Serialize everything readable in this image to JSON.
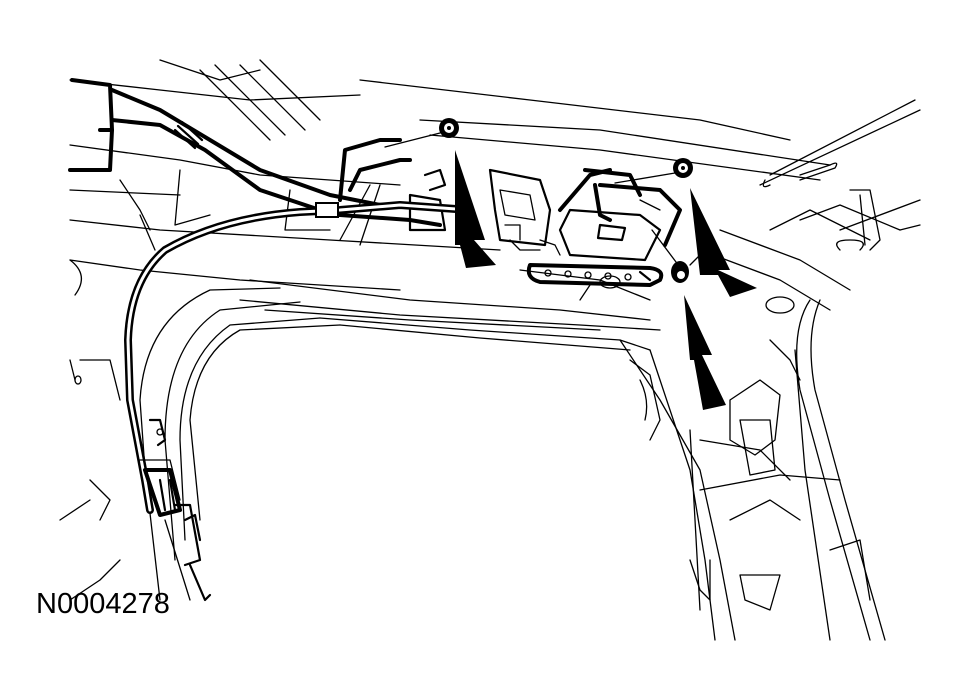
{
  "figure": {
    "id_label": "N0004278",
    "description": "Technical line illustration of vehicle roof/headliner area showing wiring harness routing and bolt removal locations",
    "background_color": "#ffffff",
    "line_color": "#000000"
  },
  "callouts": {
    "arrows": [
      {
        "name": "arrow-bolt-1",
        "direction": "up",
        "points_to": "bolt-1"
      },
      {
        "name": "arrow-bolt-2",
        "direction": "up",
        "points_to": "bolt-2"
      },
      {
        "name": "arrow-bolt-3",
        "direction": "up",
        "points_to": "bolt-3"
      }
    ],
    "fasteners": [
      {
        "name": "bolt-1"
      },
      {
        "name": "bolt-2"
      },
      {
        "name": "bolt-3"
      }
    ]
  }
}
